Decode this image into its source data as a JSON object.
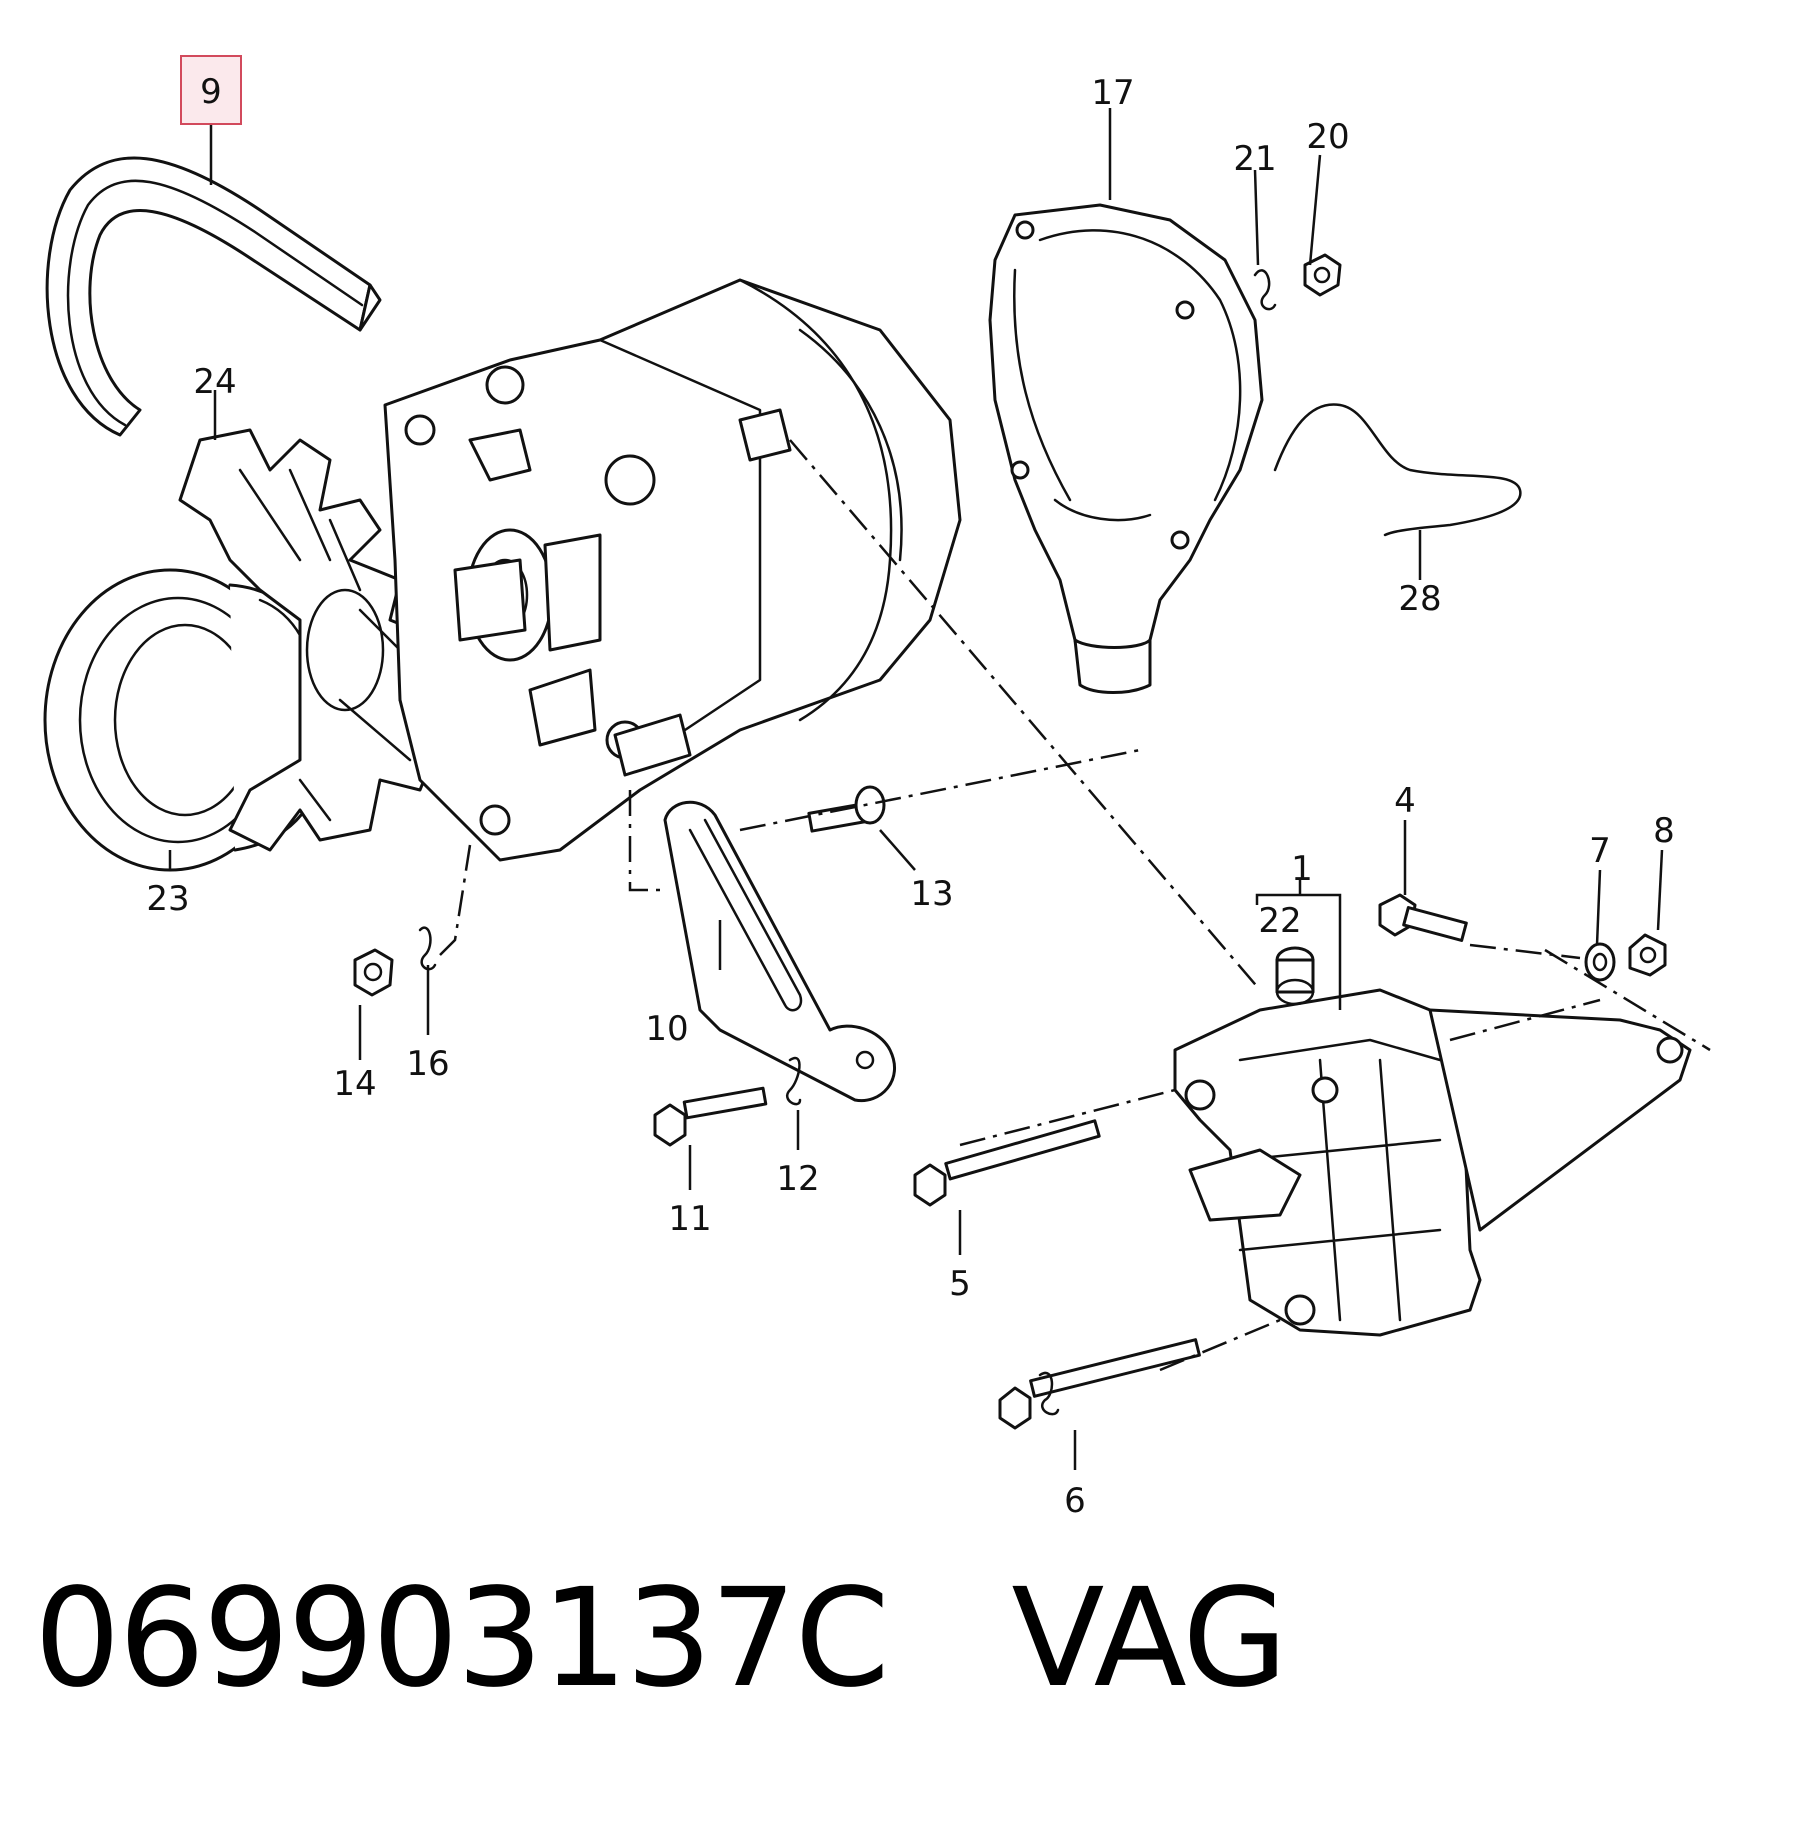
{
  "diagram": {
    "highlighted_callout": "9",
    "callouts": {
      "c1": "1",
      "c4": "4",
      "c5": "5",
      "c6": "6",
      "c7": "7",
      "c8": "8",
      "c9": "9",
      "c10": "10",
      "c11": "11",
      "c12": "12",
      "c13": "13",
      "c14": "14",
      "c16": "16",
      "c17": "17",
      "c20": "20",
      "c21": "21",
      "c22": "22",
      "c23": "23",
      "c24": "24",
      "c28": "28"
    },
    "colors": {
      "line": "#111111",
      "highlight_border": "#d24a5c",
      "highlight_fill": "#fbe9ec"
    }
  },
  "caption": {
    "part_number": "069903137C   VAG"
  }
}
